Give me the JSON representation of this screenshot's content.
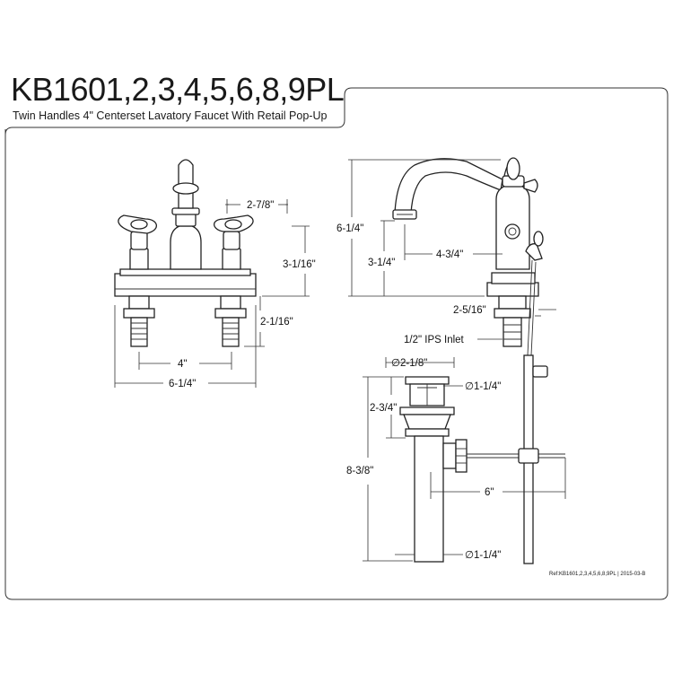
{
  "title": {
    "model": "KB1601,2,3,4,5,6,8,9PL",
    "subtitle": "Twin Handles 4\" Centerset Lavatory Faucet With Retail Pop-Up"
  },
  "front_view": {
    "dims": {
      "handle_spread": "2-7/8\"",
      "body_height": "3-1/16\"",
      "shank_length": "2-1/16\"",
      "center_spacing": "4\"",
      "overall_width": "6-1/4\""
    }
  },
  "side_view": {
    "dims": {
      "overall_height": "6-1/4\"",
      "spout_height": "3-1/4\"",
      "spout_reach": "4-3/4\"",
      "base_height": "2-5/16\"",
      "inlet": "1/2\" IPS Inlet"
    }
  },
  "drain_view": {
    "dims": {
      "flange_diameter": "∅2-1/8\"",
      "body_diameter": "∅1-1/4\"",
      "flange_height": "2-3/4\"",
      "overall_length": "8-3/8\"",
      "rod_length": "6\"",
      "tail_diameter": "∅1-1/4\""
    }
  },
  "footer": {
    "ref": "Ref:KB1601,2,3,4,5,6,8,9PL | 2015-03-B"
  }
}
